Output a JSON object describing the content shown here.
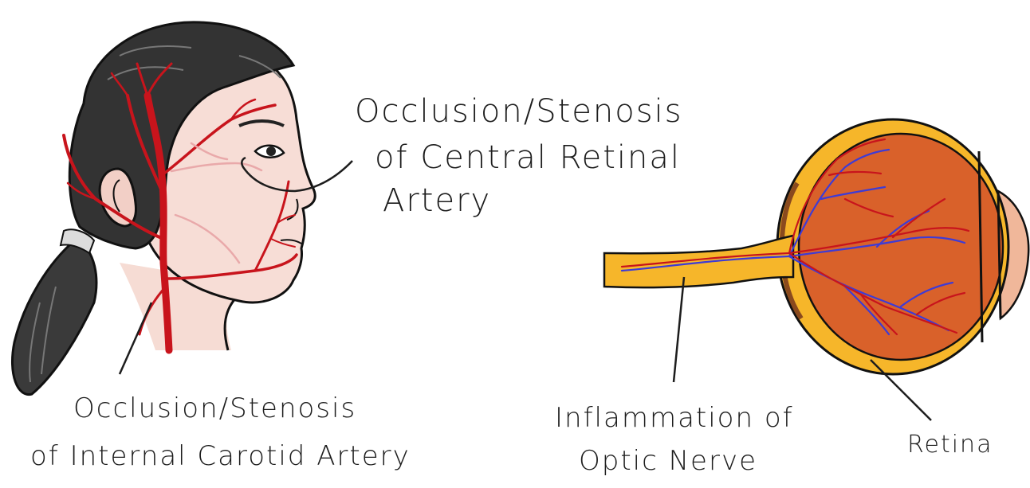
{
  "labels": {
    "crao_line1": "Occlusion/Stenosis",
    "crao_line2": "of Central Retinal",
    "crao_line3": "Artery",
    "ica_line1": "Occlusion/Stenosis",
    "ica_line2": "of Internal Carotid Artery",
    "optic_line1": "Inflammation of",
    "optic_line2": "Optic Nerve",
    "retina": "Retina"
  },
  "colors": {
    "hair": "#2b2b2b",
    "skin": "#f6dcd4",
    "artery": "#c8141c",
    "optic_nerve": "#f6b62a",
    "eyeball": "#d9612a",
    "vein": "#3d3bd6",
    "cornea": "#f0b79a",
    "ink": "#1d1d1d"
  }
}
